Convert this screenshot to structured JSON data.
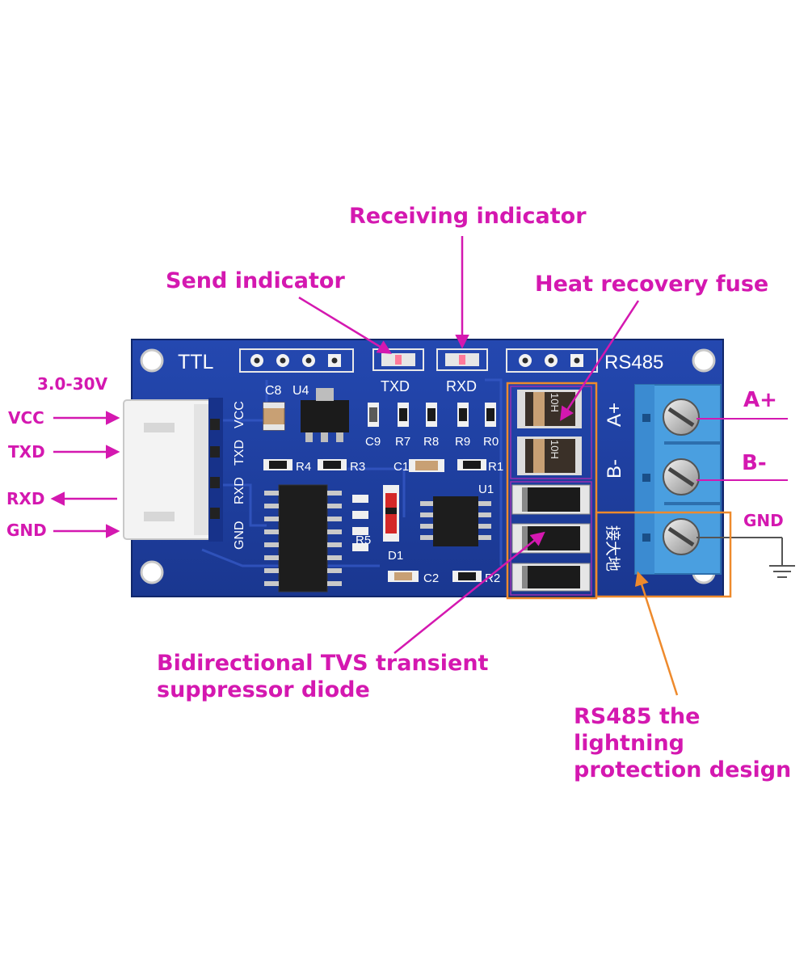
{
  "callouts": {
    "receiving": "Receiving indicator",
    "send": "Send indicator",
    "fuse": "Heat recovery fuse",
    "tvs_line1": "Bidirectional TVS transient",
    "tvs_line2": "suppressor diode",
    "lightning_line1": "RS485 the lightning",
    "lightning_line2": "protection design"
  },
  "pins": {
    "voltage": "3.0-30V",
    "vcc": "VCC",
    "txd": "TXD",
    "rxd": "RXD",
    "gnd": "GND"
  },
  "rs485_pins": {
    "a_plus": "A+",
    "b_minus": "B-",
    "gnd": "GND"
  },
  "board": {
    "ttl": "TTL",
    "rs485": "RS485",
    "txd": "TXD",
    "rxd": "RXD",
    "c8": "C8",
    "u4": "U4",
    "c9": "C9",
    "r7": "R7",
    "r8": "R8",
    "r9": "R9",
    "r0": "R0",
    "r4": "R4",
    "r3": "R3",
    "c1": "C1",
    "r1": "R1",
    "u1": "U1",
    "r5": "R5",
    "d1": "D1",
    "c2": "C2",
    "r2": "R2",
    "a_plus": "A+",
    "b_minus": "B-",
    "ground_cn": "接大地",
    "header_vcc": "VCC",
    "header_txd": "TXD",
    "header_rxd": "RXD",
    "header_gnd": "GND",
    "fuse_code": "10H"
  },
  "colors": {
    "annotation": "#d418b0",
    "pcb": "#1f3fa0",
    "terminal": "#4a9fe0",
    "highlight": "#ee8a2c"
  }
}
